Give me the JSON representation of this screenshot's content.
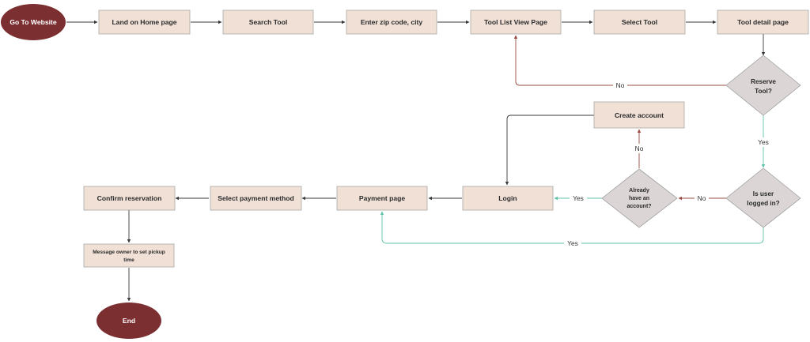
{
  "colors": {
    "process_fill": "#f0e0d6",
    "decision_fill": "#dcd5d5",
    "terminal_fill": "#7b2f31",
    "terminal_text": "#ffffff",
    "arrow_default": "#3a3a3a",
    "arrow_no": "#9a4a40",
    "arrow_yes": "#5cc2a8"
  },
  "nodes": {
    "start": "Go To Website",
    "home": "Land on Home page",
    "search": "Search Tool",
    "zip": "Enter zip code, city",
    "list": "Tool List View Page",
    "select": "Select Tool",
    "detail": "Tool detail page",
    "reserve": [
      "Reserve",
      "Tool?"
    ],
    "logged": [
      "Is user",
      "logged in?"
    ],
    "account": [
      "Already",
      "have an",
      "account?"
    ],
    "create": "Create account",
    "login": "Login",
    "payment": "Payment page",
    "method": "Select payment method",
    "confirm": "Confirm reservation",
    "message": [
      "Message owner to set pickup",
      "time"
    ],
    "end": "End"
  },
  "edge_labels": {
    "reserve_no": "No",
    "reserve_yes": "Yes",
    "logged_no": "No",
    "logged_yes": "Yes",
    "account_yes": "Yes",
    "account_no": "No"
  }
}
